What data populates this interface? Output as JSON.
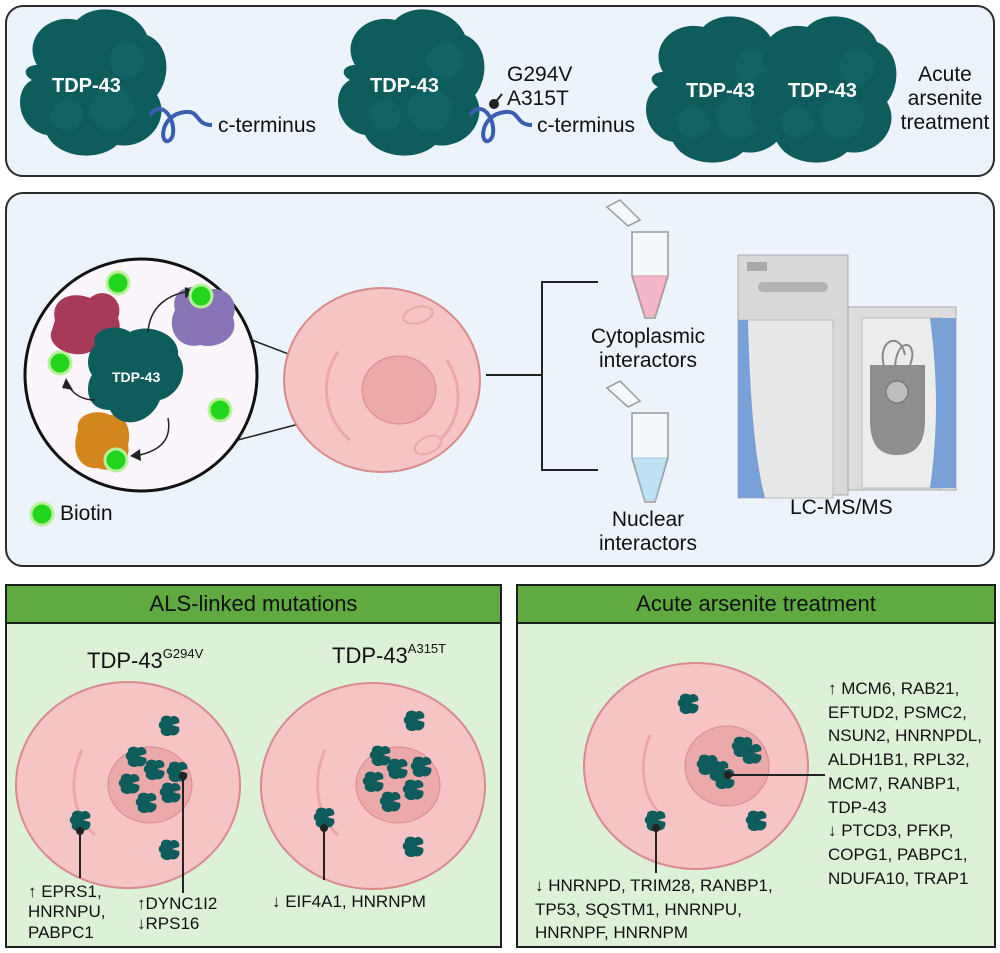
{
  "top_panel": {
    "wildtype": {
      "protein_label": "TDP-43",
      "terminus_label": "c-terminus"
    },
    "mutant": {
      "protein_label": "TDP-43",
      "mutations": [
        "G294V",
        "A315T"
      ],
      "terminus_label": "c-terminus"
    },
    "arsenite": {
      "protein_labels": [
        "TDP-43",
        "TDP-43"
      ],
      "condition_label": [
        "Acute",
        "arsenite",
        "treatment"
      ]
    }
  },
  "middle_panel": {
    "zoom_protein_label": "TDP-43",
    "legend": {
      "biotin_label": "Biotin"
    },
    "fractions": [
      {
        "label": [
          "Cytoplasmic",
          "interactors"
        ],
        "tube_color": "#f4b6c8"
      },
      {
        "label": [
          "Nuclear",
          "interactors"
        ],
        "tube_color": "#bfe3f4"
      }
    ],
    "instrument_label": "LC-MS/MS"
  },
  "als_panel": {
    "title": "ALS-linked mutations",
    "cells": [
      {
        "title": "TDP-43",
        "superscript": "G294V",
        "annotations": [
          {
            "text": "↑ EPRS1,\nHNRNPU,\nPABPC1"
          },
          {
            "text": "↑DYNC1I2\n↓RPS16"
          }
        ]
      },
      {
        "title": "TDP-43",
        "superscript": "A315T",
        "annotations": [
          {
            "text": "↓ EIF4A1, HNRNPM"
          }
        ]
      }
    ]
  },
  "arsenite_panel": {
    "title": "Acute arsenite treatment",
    "nuclear_annotation": "↑ MCM6, RAB21,\nEFTUD2, PSMC2,\nNSUN2, HNRNPDL,\nALDH1B1, RPL32,\nMCM7, RANBP1,\nTDP-43\n↓ PTCD3, PFKP,\nCOPG1, PABPC1,\nNDUFA10, TRAP1",
    "cytoplasmic_annotation": "↓ HNRNPD, TRIM28, RANBP1,\nTP53, SQSTM1, HNRNPU,\nHNRNPF, HNRNPM"
  },
  "colors": {
    "tdp43": "#0f5c5c",
    "c_terminus": "#3a5fb0",
    "biotin": "#22d61e",
    "cell": "#f6c4c4",
    "cell_border": "#d98a8a",
    "nucleus": "#eba9aa",
    "header_green": "#5fab42",
    "panel_green": "#dcf1d6",
    "panel_blue": "#ecf3fb"
  }
}
